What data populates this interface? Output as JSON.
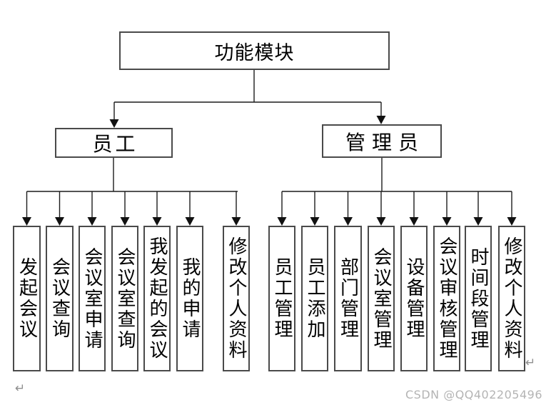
{
  "diagram": {
    "root": {
      "label": "功能模块"
    },
    "branches": [
      {
        "label": "员工",
        "children": [
          "发起会议",
          "会议查询",
          "会议室申请",
          "会议室查询",
          "我发起的会议",
          "我的申请",
          "修改个人资料"
        ]
      },
      {
        "label": "管理员",
        "children": [
          "员工管理",
          "员工添加",
          "部门管理",
          "会议室管理",
          "设备管理",
          "会议审核管理",
          "时间段管理",
          "修改个人资料"
        ]
      }
    ]
  },
  "annotations": {
    "return_mark": "↵",
    "watermark": "CSDN @QQ402205496"
  },
  "colors": {
    "background": "#ffffff",
    "box_border": "#4a4a4a",
    "connector": "#1c1c1c",
    "text": "#000000",
    "watermark": "#b4b4b4",
    "return_mark": "#8f8f8f"
  }
}
